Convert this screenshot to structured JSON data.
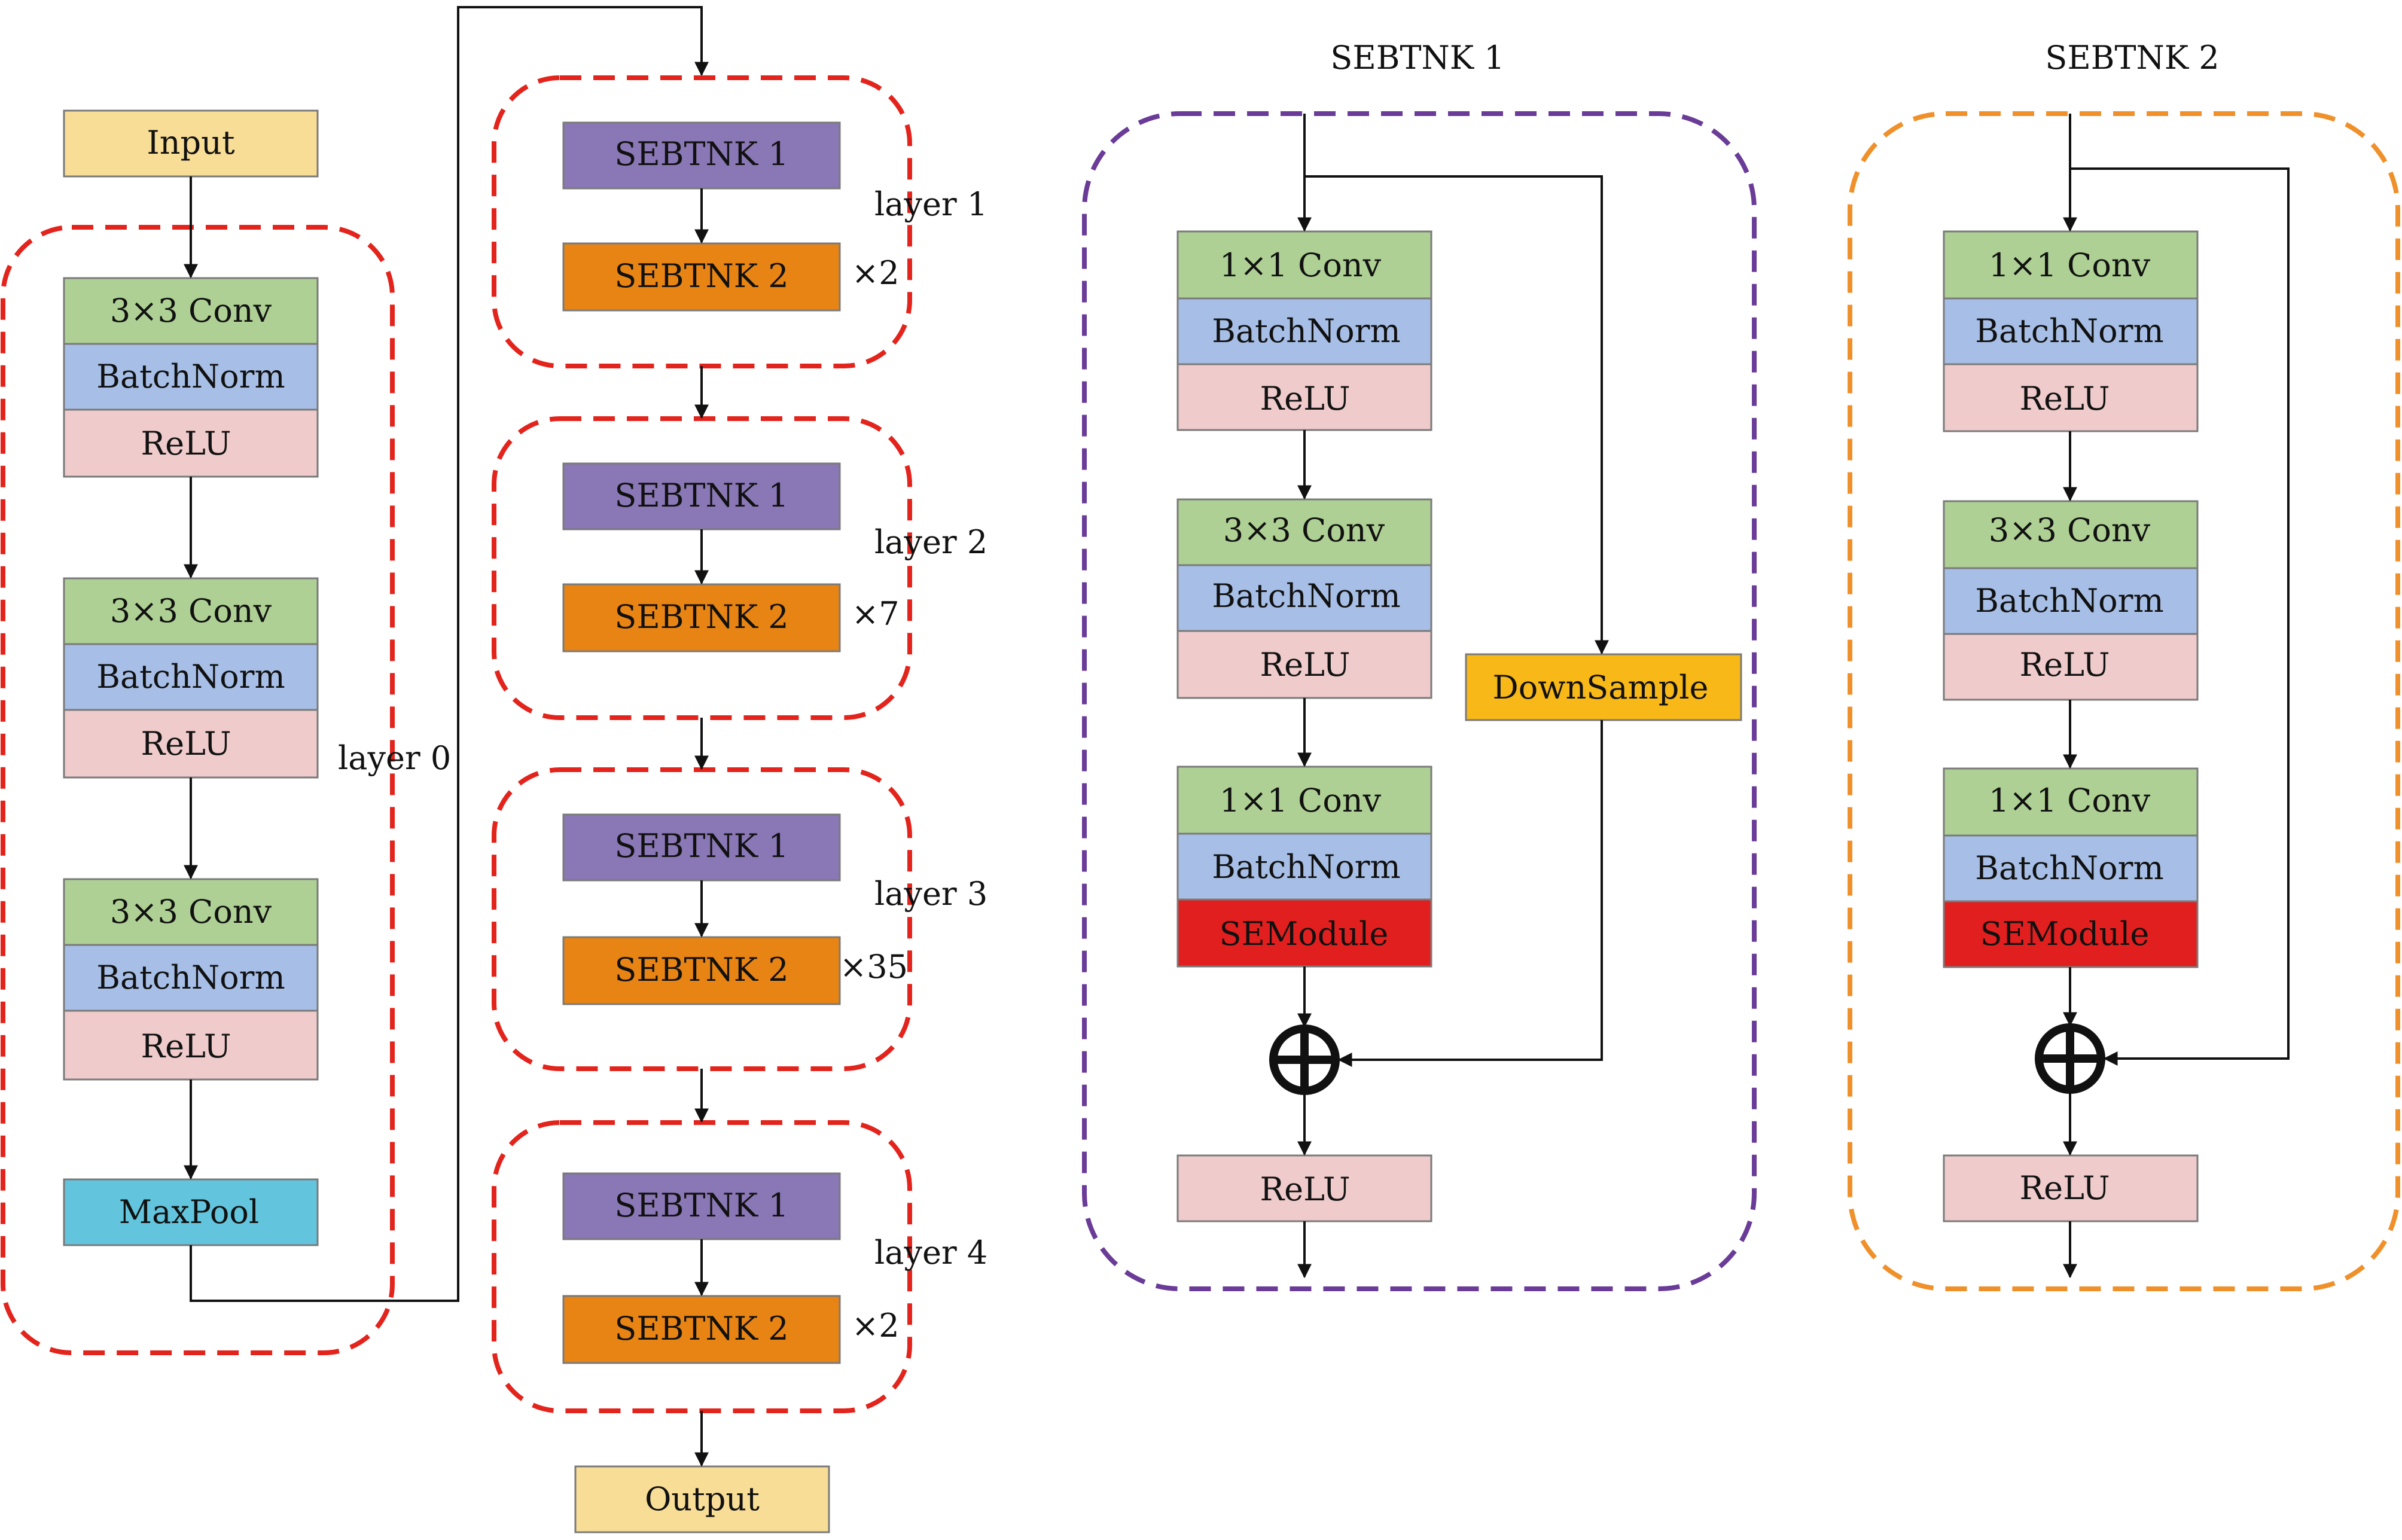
{
  "colors": {
    "input": "#f8dd97",
    "conv": "#aed094",
    "batchnorm": "#a7bfe6",
    "relu": "#efcbcb",
    "maxpool": "#62c5dd",
    "sebtnk1": "#8a77b5",
    "sebtnk2": "#e88413",
    "semodule": "#e21f1f",
    "downsample": "#f7b818",
    "red_group": "#e3241c",
    "purple_group": "#6a3b97",
    "orange_group": "#f0902a"
  },
  "left": {
    "input": "Input",
    "output": "Output",
    "layer0": {
      "label": "layer 0",
      "stacks": [
        {
          "conv": "3×3 Conv",
          "bn": "BatchNorm",
          "act": "ReLU"
        },
        {
          "conv": "3×3 Conv",
          "bn": "BatchNorm",
          "act": "ReLU"
        },
        {
          "conv": "3×3 Conv",
          "bn": "BatchNorm",
          "act": "ReLU"
        }
      ],
      "pool": "MaxPool"
    },
    "layers": [
      {
        "label": "layer 1",
        "b1": "SEBTNK 1",
        "b2": "SEBTNK 2",
        "mult": "×2"
      },
      {
        "label": "layer 2",
        "b1": "SEBTNK 1",
        "b2": "SEBTNK 2",
        "mult": "×7"
      },
      {
        "label": "layer 3",
        "b1": "SEBTNK 1",
        "b2": "SEBTNK 2",
        "mult": "×35"
      },
      {
        "label": "layer 4",
        "b1": "SEBTNK 1",
        "b2": "SEBTNK 2",
        "mult": "×2"
      }
    ]
  },
  "sebtnk1": {
    "title": "SEBTNK 1",
    "stack1": {
      "conv": "1×1 Conv",
      "bn": "BatchNorm",
      "act": "ReLU"
    },
    "stack2": {
      "conv": "3×3 Conv",
      "bn": "BatchNorm",
      "act": "ReLU"
    },
    "stack3": {
      "conv": "1×1 Conv",
      "bn": "BatchNorm",
      "se": "SEModule"
    },
    "downsample": "DownSample",
    "relu": "ReLU"
  },
  "sebtnk2": {
    "title": "SEBTNK 2",
    "stack1": {
      "conv": "1×1 Conv",
      "bn": "BatchNorm",
      "act": "ReLU"
    },
    "stack2": {
      "conv": "3×3 Conv",
      "bn": "BatchNorm",
      "act": "ReLU"
    },
    "stack3": {
      "conv": "1×1 Conv",
      "bn": "BatchNorm",
      "se": "SEModule"
    },
    "relu": "ReLU"
  }
}
